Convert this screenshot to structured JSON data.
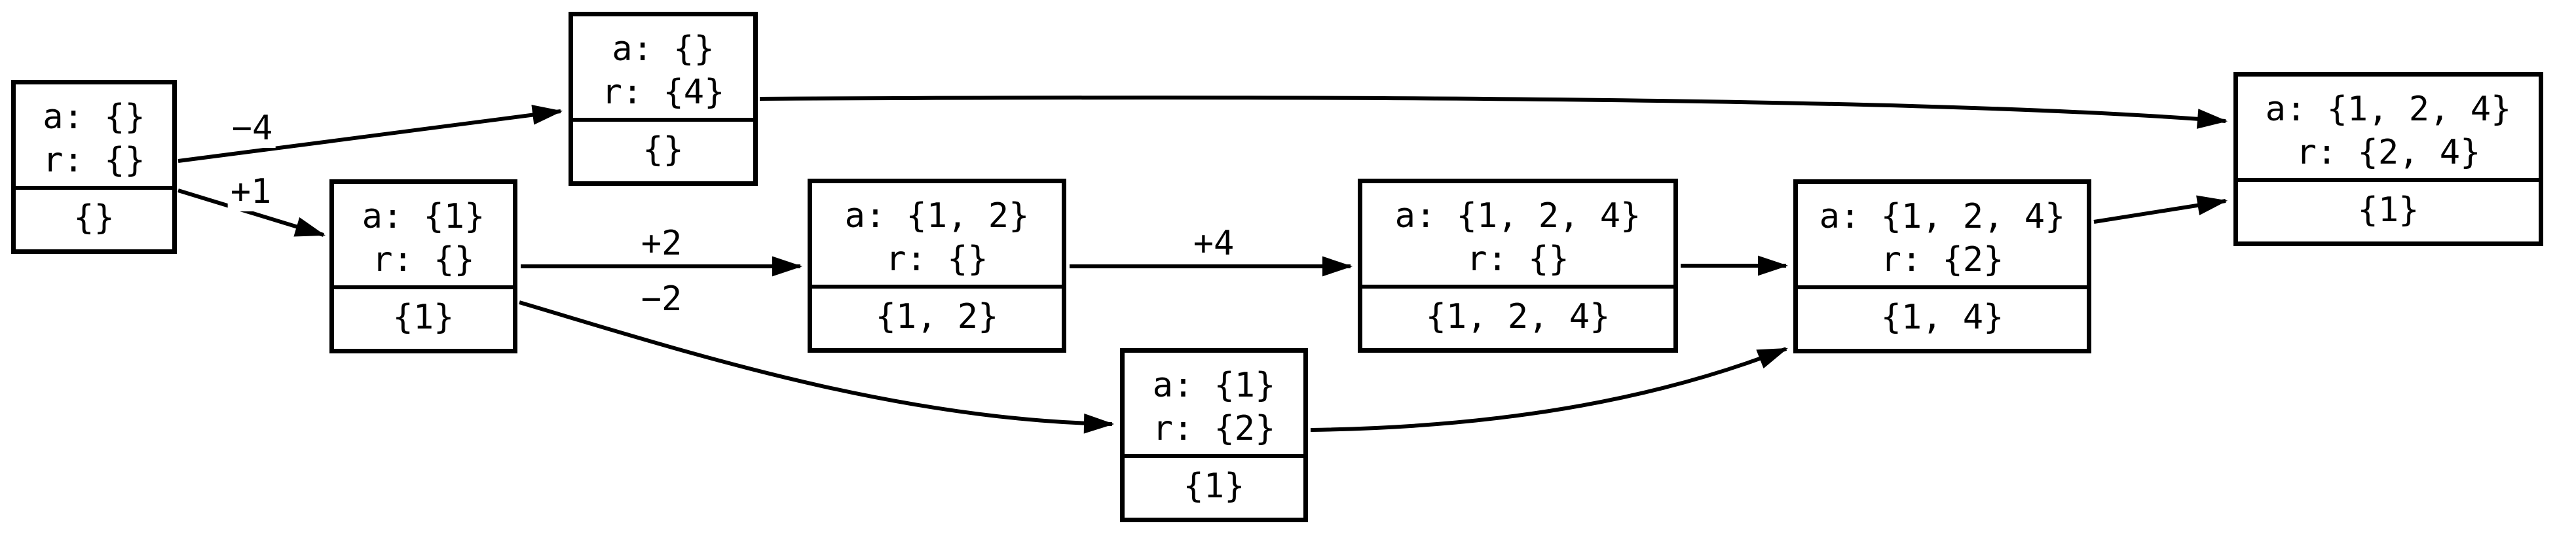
{
  "diagram": {
    "type": "state-transition-graph",
    "background_color": "#ffffff",
    "line_color": "#000000",
    "nodes": [
      {
        "a": "a: {}",
        "r": "r: {}",
        "result": "{}"
      },
      {
        "a": "a: {}",
        "r": "r: {4}",
        "result": "{}"
      },
      {
        "a": "a: {1}",
        "r": "r: {}",
        "result": "{1}"
      },
      {
        "a": "a: {1, 2}",
        "r": "r: {}",
        "result": "{1, 2}"
      },
      {
        "a": "a: {1, 2, 4}",
        "r": "r: {}",
        "result": "{1, 2, 4}"
      },
      {
        "a": "a: {1, 2, 4}",
        "r": "r: {2}",
        "result": "{1, 4}"
      },
      {
        "a": "a: {1, 2, 4}",
        "r": "r: {2, 4}",
        "result": "{1}"
      },
      {
        "a": "a: {1}",
        "r": "r: {2}",
        "result": "{1}"
      }
    ],
    "edges": [
      {
        "from": 0,
        "to": 1,
        "label": "−4"
      },
      {
        "from": 0,
        "to": 2,
        "label": "+1"
      },
      {
        "from": 2,
        "to": 3,
        "label": "+2"
      },
      {
        "from": 2,
        "to": 7,
        "label": "−2"
      },
      {
        "from": 3,
        "to": 4,
        "label": "+4"
      },
      {
        "from": 4,
        "to": 5,
        "label": ""
      },
      {
        "from": 7,
        "to": 5,
        "label": ""
      },
      {
        "from": 5,
        "to": 6,
        "label": ""
      },
      {
        "from": 1,
        "to": 6,
        "label": ""
      }
    ]
  }
}
